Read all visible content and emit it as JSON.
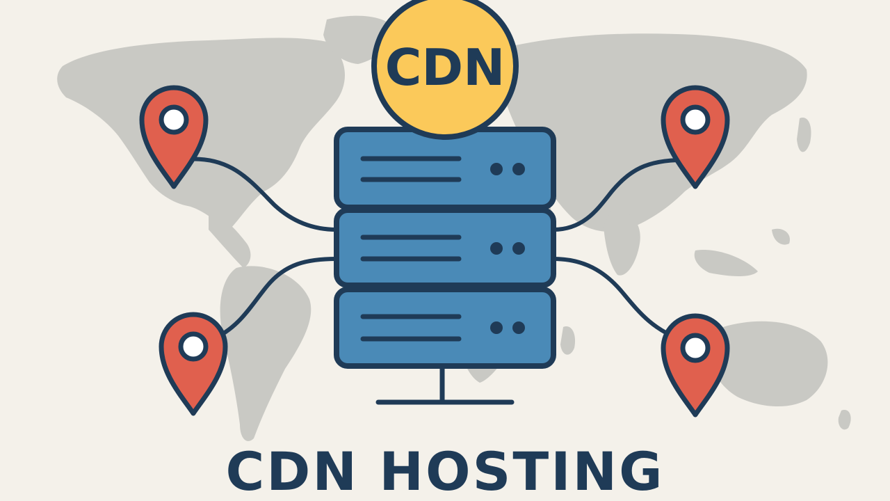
{
  "badge": {
    "text": "CDN"
  },
  "title": {
    "text": "CDN HOSTING"
  },
  "colors": {
    "background": "#f4f1ea",
    "map": "#c9c9c4",
    "outline": "#1f3b57",
    "server": "#4a8ab7",
    "badge": "#fbc95a",
    "pin": "#e0604e",
    "pin_center": "#ffffff"
  },
  "icons": [
    "world-map",
    "server-stack-icon",
    "cdn-badge-icon",
    "location-pin-icon",
    "stand-icon"
  ]
}
